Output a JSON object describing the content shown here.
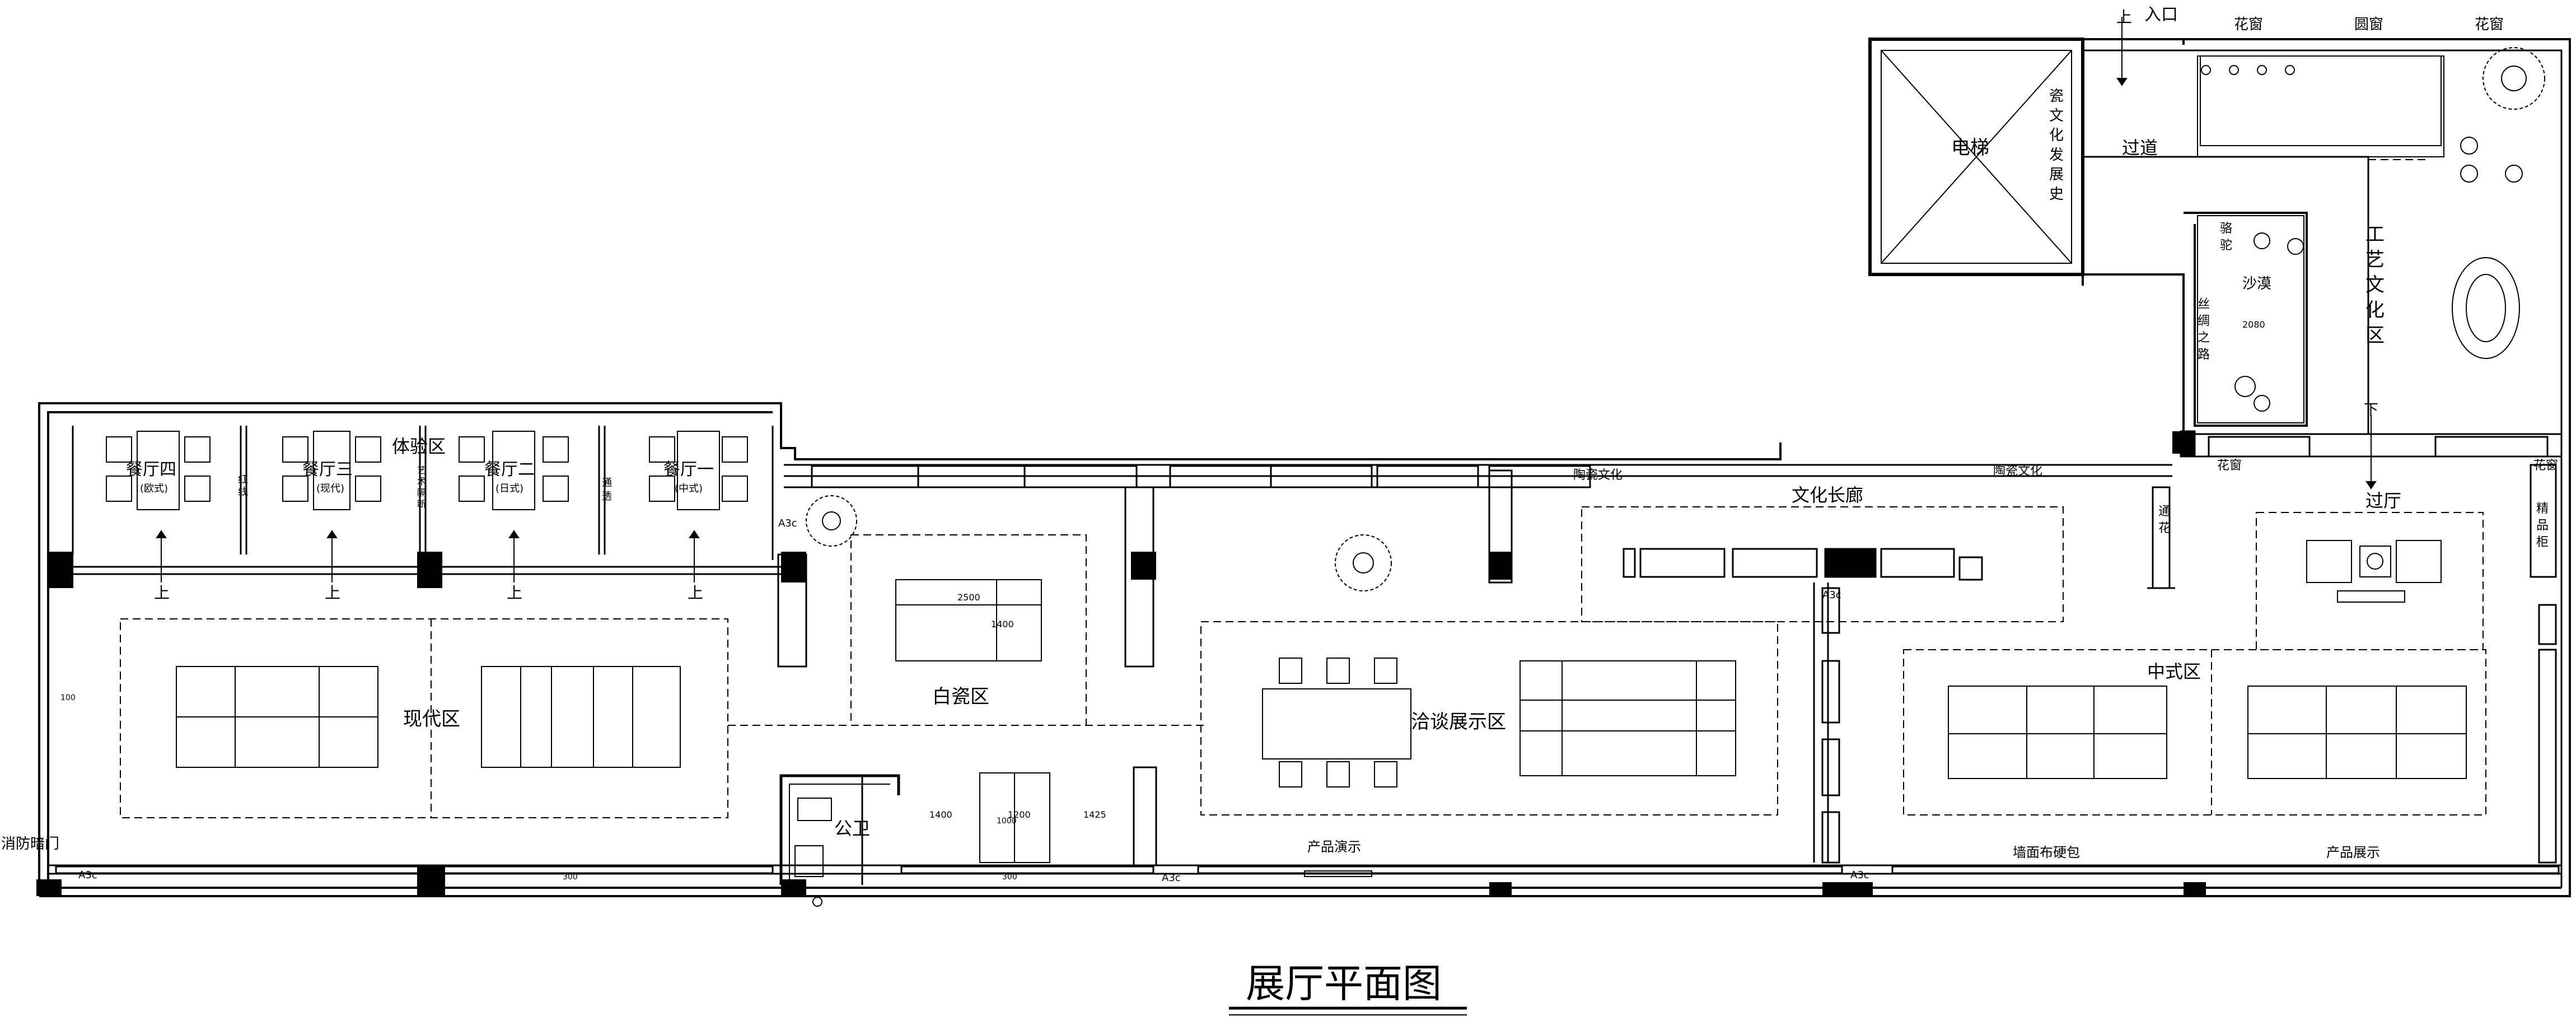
{
  "title": "展厅平面图",
  "entrance": {
    "up": "上",
    "label": "入口"
  },
  "top_labels": {
    "flower_window_1": "花窗",
    "round_window": "圆窗",
    "flower_window_2": "花窗"
  },
  "elevator": "电梯",
  "porcelain_history": [
    "瓷",
    "文",
    "化",
    "发",
    "展",
    "史"
  ],
  "corridor": "过道",
  "craft_zone": [
    "工",
    "艺",
    "文",
    "化",
    "区"
  ],
  "silk_road": [
    "丝",
    "绸",
    "之",
    "路"
  ],
  "camel": [
    "骆",
    "驼"
  ],
  "desert": "沙漠",
  "dim_2080": "2080",
  "down": "下",
  "experience_zone": "体验区",
  "restaurants": [
    {
      "name": "餐厅四",
      "style": "(欧式)"
    },
    {
      "name": "餐厅三",
      "style": "(现代)"
    },
    {
      "name": "餐厅二",
      "style": "(日式)"
    },
    {
      "name": "餐厅一",
      "style": "(中式)"
    }
  ],
  "partition_labels": [
    [
      "红",
      "线"
    ],
    [
      "艺",
      "术",
      "隔",
      "断"
    ],
    [
      "通",
      "透"
    ]
  ],
  "up_marks": [
    "上",
    "上",
    "上",
    "上"
  ],
  "ceramic_culture": [
    "陶瓷文化",
    "陶瓷文化"
  ],
  "cultural_corridor": "文化长廊",
  "flower_window_lower_1": "花窗",
  "flower_window_lower_2": "花窗",
  "passing_flower": [
    "通",
    "花"
  ],
  "hall": "过厅",
  "cabinet": [
    "精",
    "品",
    "柜"
  ],
  "modern_zone": "现代区",
  "white_porcelain": "白瓷区",
  "dim_2500": "2500",
  "dim_1400_v": "1400",
  "negotiation": "洽谈展示区",
  "chinese_zone": "中式区",
  "fire_door": "消防暗门",
  "toilet": "公卫",
  "dims_bottom": [
    "1400",
    "1200",
    "1425"
  ],
  "dim_small": [
    "100",
    "1000",
    "300",
    "300"
  ],
  "product_demo": "产品演示",
  "wall_fabric": "墙面布硬包",
  "product_display": "产品展示",
  "section_tags": [
    "A3c",
    "A3c",
    "A3c",
    "A3c",
    "A3c"
  ]
}
